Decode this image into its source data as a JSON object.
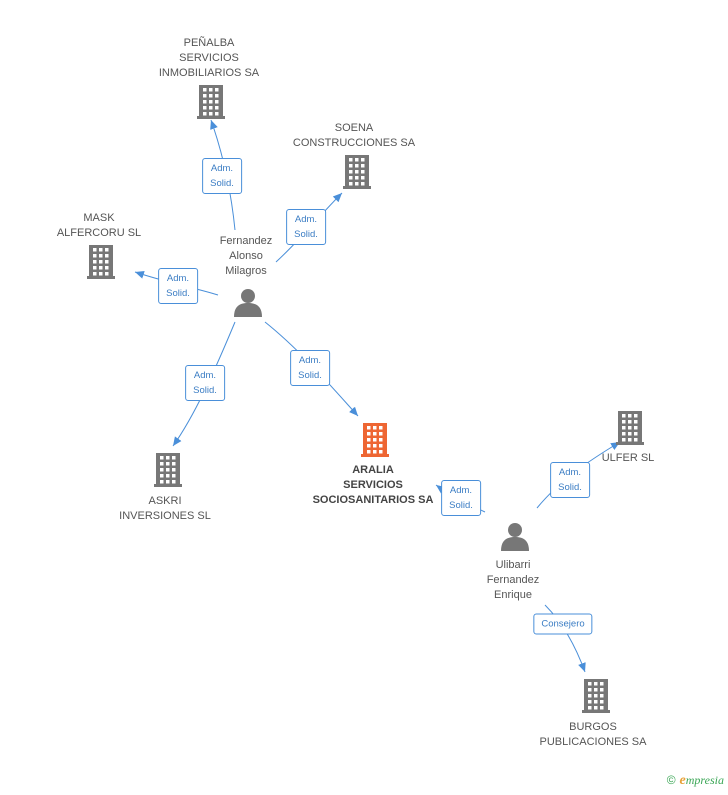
{
  "colors": {
    "edge": "#4a8fd9",
    "company": "#777777",
    "focus_company": "#ee6633",
    "person": "#777777"
  },
  "companies": [
    {
      "id": "penalba",
      "lines": [
        "PEÑALBA",
        "SERVICIOS",
        "INMOBILIARIOS SA"
      ],
      "focus": false
    },
    {
      "id": "soena",
      "lines": [
        "SOENA",
        "CONSTRUCCIONES SA"
      ],
      "focus": false
    },
    {
      "id": "mask",
      "lines": [
        "MASK",
        "ALFERCORU  SL"
      ],
      "focus": false
    },
    {
      "id": "askri",
      "lines": [
        "ASKRI",
        "INVERSIONES SL"
      ],
      "focus": false
    },
    {
      "id": "aralia",
      "lines": [
        "ARALIA",
        "SERVICIOS",
        "SOCIOSANITARIOS SA"
      ],
      "focus": true
    },
    {
      "id": "ulfer",
      "lines": [
        "ULFER SL"
      ],
      "focus": false
    },
    {
      "id": "burgos",
      "lines": [
        "BURGOS",
        "PUBLICACIONES SA"
      ],
      "focus": false
    }
  ],
  "persons": [
    {
      "id": "fernandez",
      "lines": [
        "Fernandez",
        "Alonso",
        "Milagros"
      ]
    },
    {
      "id": "ulibarri",
      "lines": [
        "Ulibarri",
        "Fernandez",
        "Enrique"
      ]
    }
  ],
  "relations": [
    {
      "from": "fernandez",
      "to": "penalba",
      "lines": [
        "Adm.",
        "Solid."
      ]
    },
    {
      "from": "fernandez",
      "to": "soena",
      "lines": [
        "Adm.",
        "Solid."
      ]
    },
    {
      "from": "fernandez",
      "to": "mask",
      "lines": [
        "Adm.",
        "Solid."
      ]
    },
    {
      "from": "fernandez",
      "to": "askri",
      "lines": [
        "Adm.",
        "Solid."
      ]
    },
    {
      "from": "fernandez",
      "to": "aralia",
      "lines": [
        "Adm.",
        "Solid."
      ]
    },
    {
      "from": "ulibarri",
      "to": "aralia",
      "lines": [
        "Adm.",
        "Solid."
      ]
    },
    {
      "from": "ulibarri",
      "to": "ulfer",
      "lines": [
        "Adm.",
        "Solid."
      ]
    },
    {
      "from": "ulibarri",
      "to": "burgos",
      "lines": [
        "Consejero"
      ]
    }
  ],
  "footer": {
    "copyright": "©",
    "brand_initial": "e",
    "brand_rest": "mpresia"
  }
}
